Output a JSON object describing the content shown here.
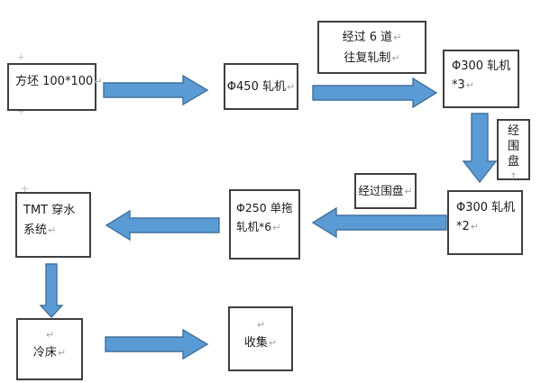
{
  "diagram": {
    "nodes": {
      "billet": {
        "text": "方坯 100*100",
        "mark": "↵"
      },
      "mill450": {
        "text": "Φ450 轧机",
        "mark": "↵"
      },
      "pass6": {
        "line1": "经过 6 道",
        "mark1": "↵",
        "line2": "往复轧制",
        "mark2": "↵"
      },
      "mill300x3": {
        "line1": "Φ300 轧机",
        "line2": "*3",
        "mark": "↵"
      },
      "coil_disc": {
        "text": "经围盘",
        "mark": "↑"
      },
      "mill300x2": {
        "line1": "Φ300 轧机",
        "line2": "*2",
        "mark": "↵"
      },
      "via_coil_disc": {
        "text": "经过围盘",
        "mark": "↵"
      },
      "mill250": {
        "line1": "Φ250 单拖",
        "line2": "轧机*6",
        "mark": "↵"
      },
      "tmt": {
        "line1": "TMT 穿水",
        "line2": "系统",
        "mark": "↵"
      },
      "cooling_bed": {
        "mark_top": "↵",
        "text": "冷床",
        "mark": "↵"
      },
      "collection": {
        "mark_top": "↵",
        "text": "收集",
        "mark": "↵"
      }
    },
    "colors": {
      "arrow_fill": "#5b9bd5",
      "arrow_stroke": "#41719c",
      "box_border": "#3f3f3f",
      "text": "#1a1a1a",
      "paragraph_mark": "#a3a3a3",
      "background": "#ffffff"
    }
  }
}
